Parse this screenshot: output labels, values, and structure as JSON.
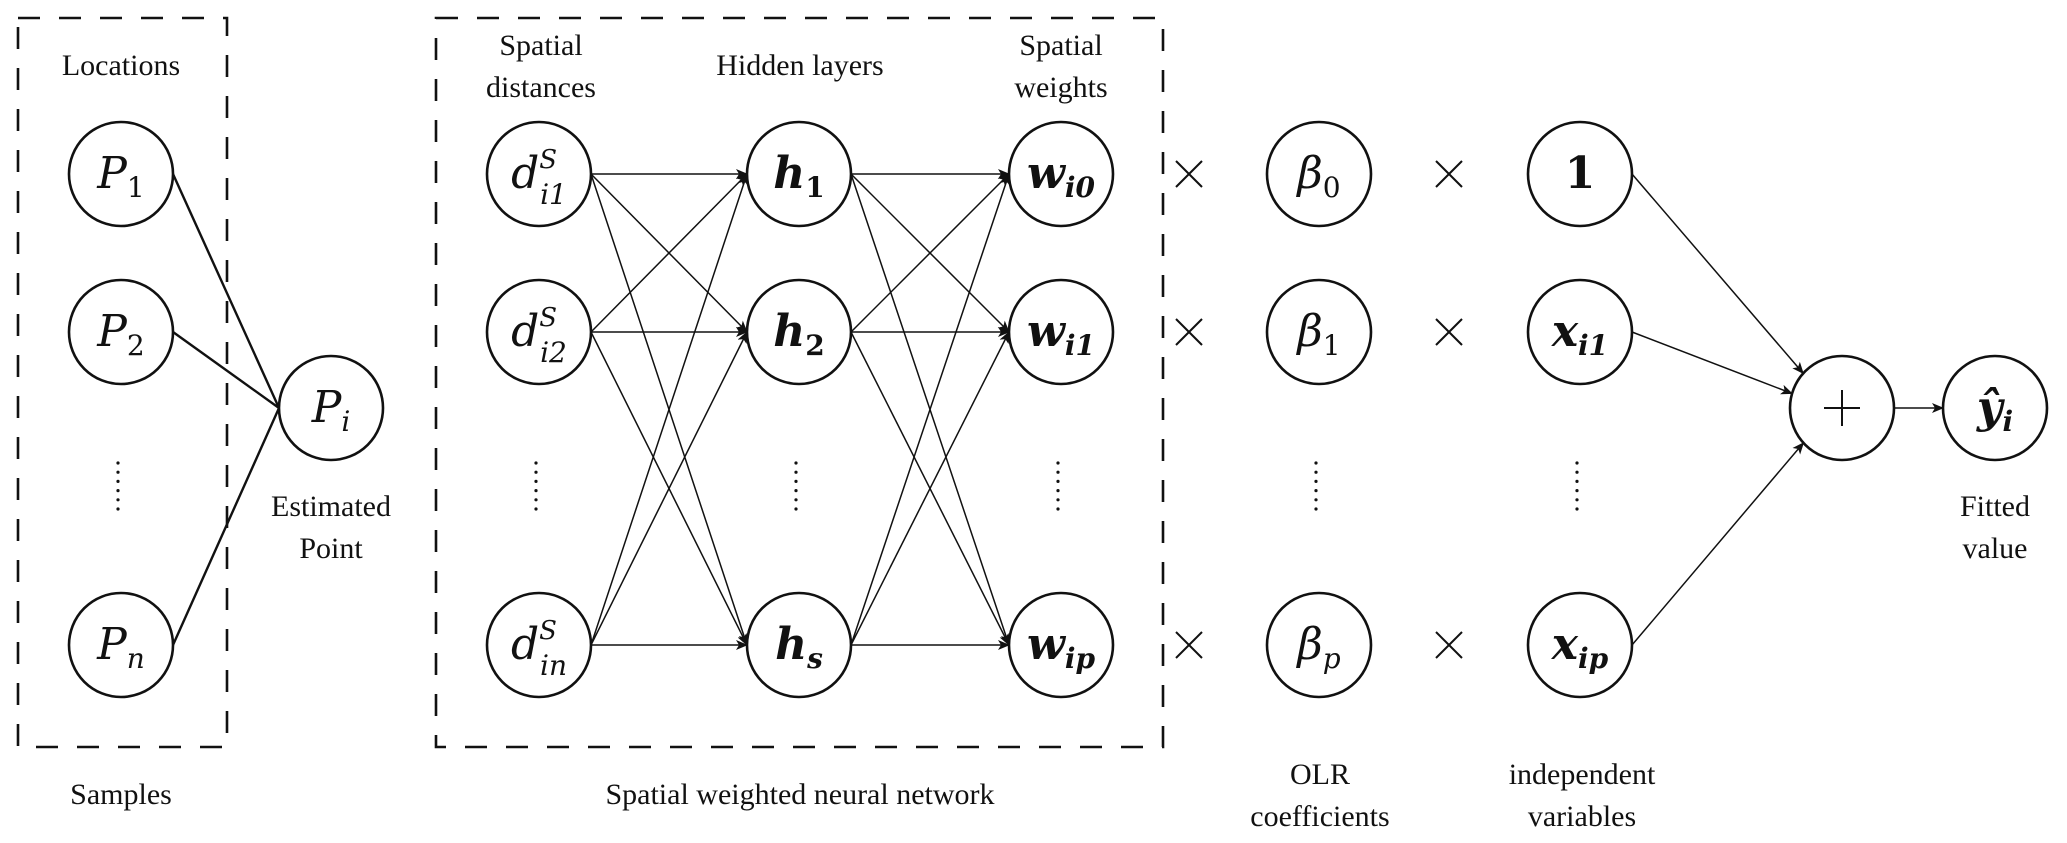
{
  "labels": {
    "locations": "Locations",
    "samples": "Samples",
    "estimated_point": [
      "Estimated",
      "Point"
    ],
    "spatial_distances": [
      "Spatial",
      "distances"
    ],
    "hidden_layers": "Hidden layers",
    "spatial_weights": [
      "Spatial",
      "weights"
    ],
    "swnn": "Spatial weighted neural network",
    "olr_coefficients": [
      "OLR",
      "coefficients"
    ],
    "independent_variables": [
      "independent",
      "variables"
    ],
    "fitted_value": [
      "Fitted",
      "value"
    ]
  },
  "nodes": {
    "samples": [
      {
        "base": "P",
        "sub": "1"
      },
      {
        "base": "P",
        "sub": "2"
      },
      {
        "base": "P",
        "sub": "n"
      }
    ],
    "estimated": {
      "base": "P",
      "sub": "i"
    },
    "distances": [
      {
        "base": "d",
        "sup": "S",
        "sub": "i1"
      },
      {
        "base": "d",
        "sup": "S",
        "sub": "i2"
      },
      {
        "base": "d",
        "sup": "S",
        "sub": "in"
      }
    ],
    "hidden": [
      {
        "base": "h",
        "sub": "1"
      },
      {
        "base": "h",
        "sub": "2"
      },
      {
        "base": "h",
        "sub": "s"
      }
    ],
    "weights": [
      {
        "base": "w",
        "sub": "i0"
      },
      {
        "base": "w",
        "sub": "i1"
      },
      {
        "base": "w",
        "sub": "ip"
      }
    ],
    "coefficients": [
      {
        "base": "β",
        "sub": "0"
      },
      {
        "base": "β",
        "sub": "1"
      },
      {
        "base": "β",
        "sub": "p"
      }
    ],
    "variables": [
      {
        "base": "1",
        "sub": ""
      },
      {
        "base": "x",
        "sub": "i1"
      },
      {
        "base": "x",
        "sub": "ip"
      }
    ],
    "sum": {
      "symbol": "+"
    },
    "output": {
      "base": "ŷ",
      "sub": "i"
    }
  },
  "operators": {
    "multiply": "×"
  }
}
